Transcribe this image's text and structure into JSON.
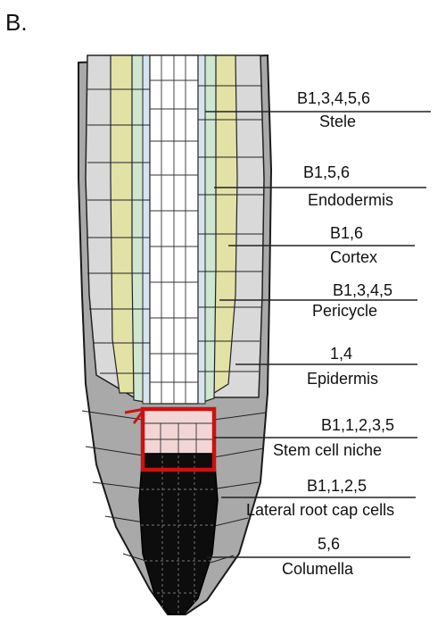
{
  "panel_label": "B.",
  "labels": [
    {
      "code": "B1,3,4,5,6",
      "name": "Stele"
    },
    {
      "code": "B1,5,6",
      "name": "Endodermis"
    },
    {
      "code": "B1,6",
      "name": "Cortex"
    },
    {
      "code": "B1,3,4,5",
      "name": "Pericycle"
    },
    {
      "code": "1,4",
      "name": "Epidermis"
    },
    {
      "code": "B1,1,2,3,5",
      "name": "Stem cell niche"
    },
    {
      "code": "B1,1,2,5",
      "name": "Lateral root cap cells"
    },
    {
      "code": "5,6",
      "name": "Columella"
    }
  ],
  "colors": {
    "outer_tissue": "#a9a9a9",
    "epidermis": "#d9d9d9",
    "cortex_yellow": "#e3e2a6",
    "endodermis_green": "#cfe6cf",
    "pericycle_blue": "#d6e4ee",
    "stele": "#ffffff",
    "stem_cell_niche": "#f2d5d5",
    "columella": "#0d0d0d",
    "highlight_box": "#cc1111"
  }
}
